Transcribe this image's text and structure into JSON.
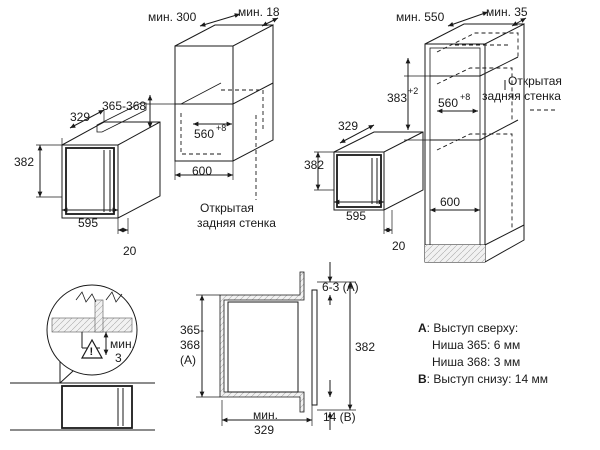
{
  "top_left_cabinet": {
    "min_depth": "мин. 300",
    "min_side": "мин. 18",
    "niche_height": "365-368",
    "opening_width": "560",
    "opening_tol": "+8",
    "cabinet_width": "600",
    "open_back_1": "Открытая",
    "open_back_2": "задняя стенка"
  },
  "top_left_oven": {
    "depth": "329",
    "height": "382",
    "width": "595",
    "flange": "20"
  },
  "top_right_cabinet": {
    "min_depth": "мин. 550",
    "min_side": "мин. 35",
    "niche_height": "383",
    "niche_tol": "+2",
    "opening_width": "560",
    "opening_tol": "+8",
    "cabinet_width": "600",
    "open_back_1": "Открытая",
    "open_back_2": "задняя стенка"
  },
  "top_right_oven": {
    "depth": "329",
    "height": "382",
    "width": "595",
    "flange": "20"
  },
  "warning_detail": {
    "min_label": "мин.",
    "min_value": "3"
  },
  "side_section": {
    "niche_height_1": "365-",
    "niche_height_2": "368",
    "niche_marker": "(A)",
    "top_offset": "6-3 (A)",
    "total_height": "382",
    "min_depth_1": "мин.",
    "min_depth_2": "329",
    "bottom_offset": "14 (B)"
  },
  "legend": {
    "a_key": "A",
    "a_text": ": Выступ сверху:",
    "niche365": "Ниша 365: 6 мм",
    "niche368": "Ниша 368: 3 мм",
    "b_key": "B",
    "b_text": ": Выступ снизу: 14 мм"
  }
}
